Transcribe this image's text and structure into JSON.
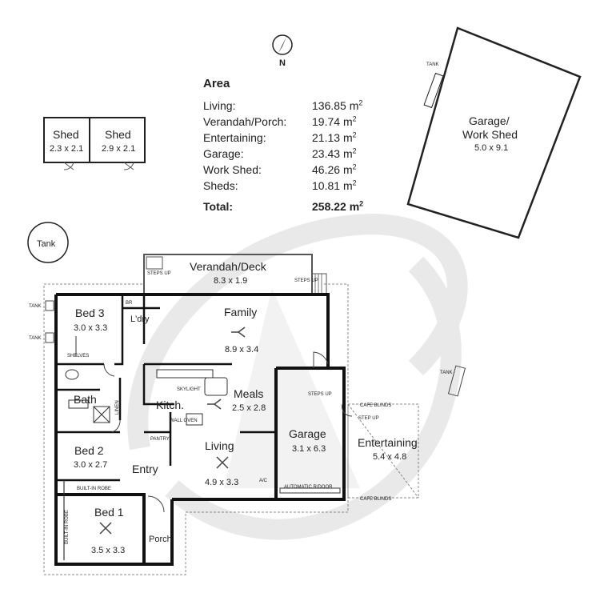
{
  "area": {
    "title": "Area",
    "unit": "m",
    "rows": [
      {
        "label": "Living:",
        "value": "136.85"
      },
      {
        "label": "Verandah/Porch:",
        "value": "19.74"
      },
      {
        "label": "Entertaining:",
        "value": "21.13"
      },
      {
        "label": "Garage:",
        "value": "23.43"
      },
      {
        "label": "Work Shed:",
        "value": "46.26"
      },
      {
        "label": "Sheds:",
        "value": "10.81"
      }
    ],
    "total_label": "Total:",
    "total_value": "258.22"
  },
  "compass": {
    "label": "N"
  },
  "outbuildings": {
    "shed1": {
      "name": "Shed",
      "size": "2.3 x 2.1"
    },
    "shed2": {
      "name": "Shed",
      "size": "2.9 x 2.1"
    },
    "tank_circle": "Tank",
    "workshed": {
      "name1": "Garage/",
      "name2": "Work Shed",
      "size": "5.0 x 9.1",
      "tank": "TANK"
    }
  },
  "rooms": {
    "verandah": {
      "name": "Verandah/Deck",
      "size": "8.3 x 1.9"
    },
    "bed3": {
      "name": "Bed 3",
      "size": "3.0 x 3.3"
    },
    "ldry": {
      "name": "L'dry"
    },
    "family": {
      "name": "Family",
      "size": "8.9 x 3.4"
    },
    "bath": {
      "name": "Bath"
    },
    "kitch": {
      "name": "Kitch."
    },
    "meals": {
      "name": "Meals",
      "size": "2.5 x 2.8"
    },
    "garage": {
      "name": "Garage",
      "size": "3.1 x 6.3"
    },
    "entertaining": {
      "name": "Entertaining",
      "size": "5.4 x 4.8"
    },
    "bed2": {
      "name": "Bed 2",
      "size": "3.0 x 2.7"
    },
    "entry": {
      "name": "Entry"
    },
    "living": {
      "name": "Living",
      "size": "4.9 x 3.3"
    },
    "bed1": {
      "name": "Bed 1",
      "size": "3.5 x 3.3"
    },
    "porch": {
      "name": "Porch"
    }
  },
  "small_labels": {
    "steps_up": "STEPS UP",
    "step_up": "STEP UP",
    "tank": "TANK",
    "shelves": "SHELVES",
    "linen": "LINEN",
    "skylight": "SKYLIGHT",
    "wall_oven": "WALL OVEN",
    "pantry": "PANTRY",
    "built_in_robe": "BUILT-IN ROBE",
    "ac": "A/C",
    "auto_door": "AUTOMATIC R/DOOR",
    "cafe_blinds": "CAFE BLINDS",
    "br": "BR"
  }
}
